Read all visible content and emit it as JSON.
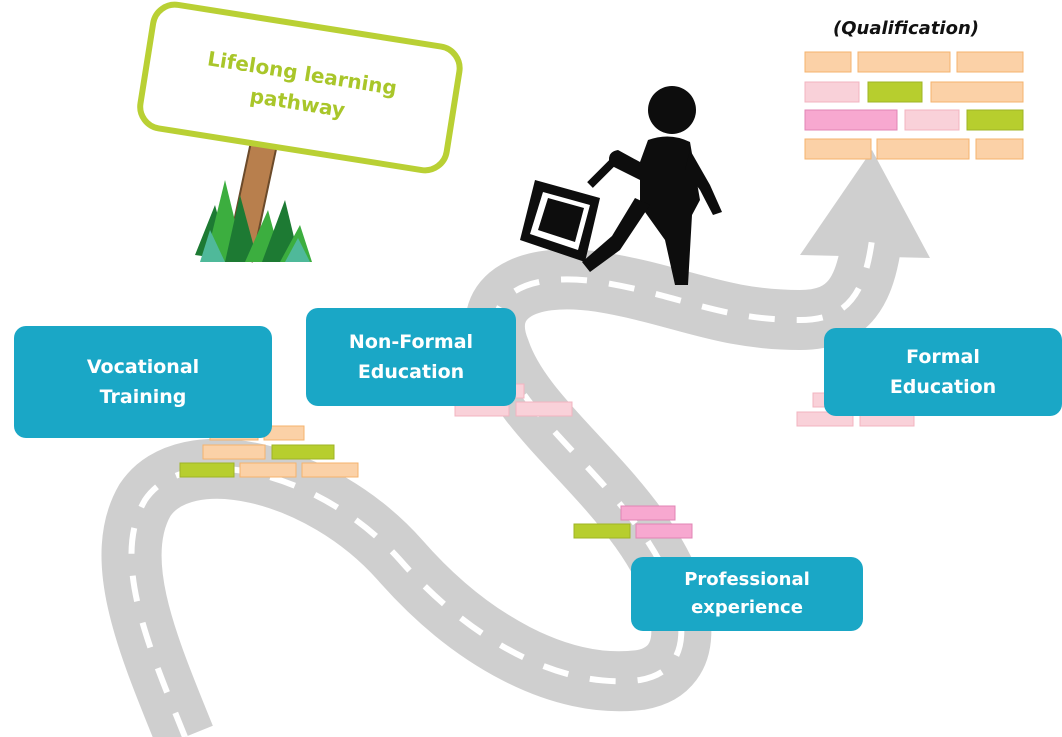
{
  "diagram": {
    "sign": {
      "line1": "Lifelong learning",
      "line2": "pathway"
    },
    "qualification_label": "(Qualification)",
    "stages": {
      "vocational": {
        "line1": "Vocational",
        "line2": "Training"
      },
      "non_formal": {
        "line1": "Non-Formal",
        "line2": "Education"
      },
      "formal": {
        "line1": "Formal",
        "line2": "Education"
      },
      "professional": {
        "line1": "Professional",
        "line2": "experience"
      }
    }
  },
  "colors": {
    "road": "#cfcfcf",
    "road_dash": "#ffffff",
    "box": "#1aa7c6",
    "sign_border": "#b9d034",
    "sign_text": "#a9c62a",
    "brick_peach": "#fbd1a7",
    "brick_peach_edge": "#f5b36e",
    "brick_pink_light": "#f9d1d9",
    "brick_pink": "#f7a8d0",
    "brick_green": "#b7ce2e",
    "grass_dark": "#1d7a33",
    "grass_light": "#3cae3f",
    "post": "#b87f4d",
    "walker": "#0d0d0d"
  },
  "icons": {
    "walker": "walking-person-icon",
    "bag": "briefcase-icon",
    "grass": "grass-icon",
    "arrow": "arrow-up-right-icon"
  }
}
